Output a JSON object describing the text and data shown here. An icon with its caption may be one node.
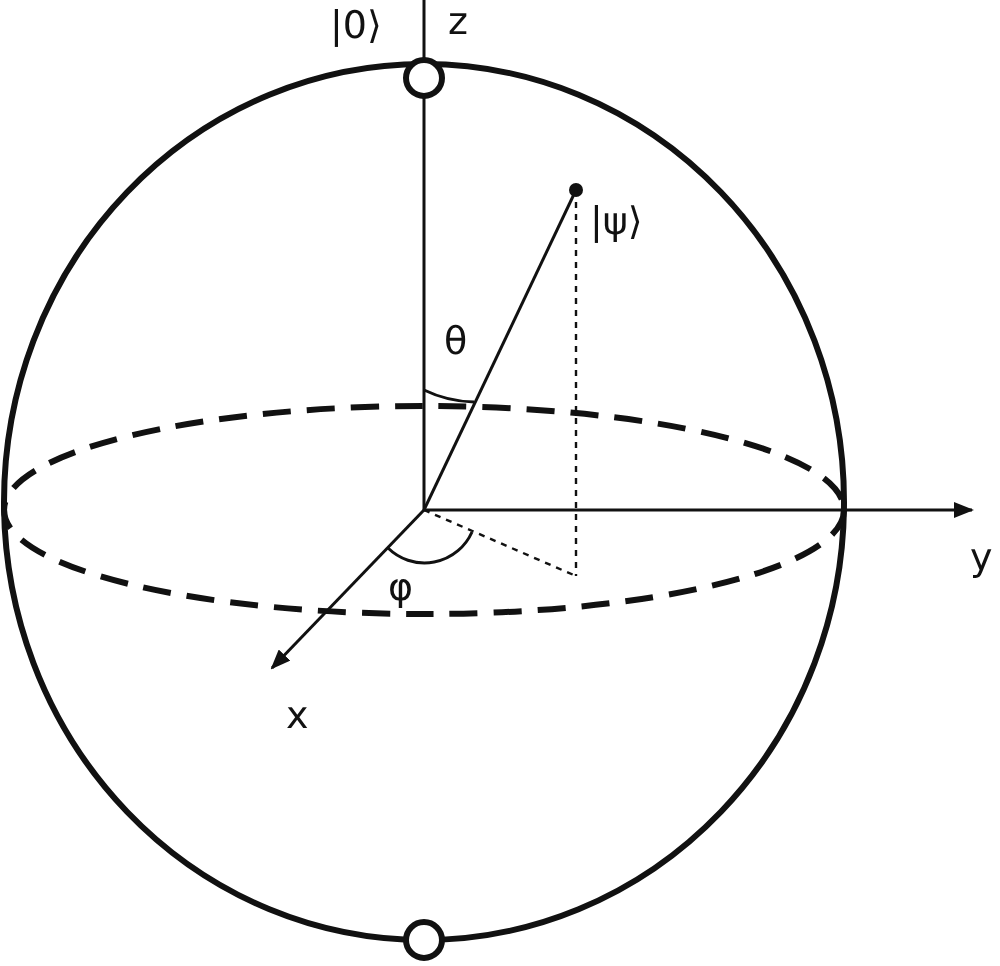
{
  "diagram": {
    "labels": [
      "|0⟩",
      "z",
      "|ψ⟩",
      "θ",
      "y",
      "φ",
      "x"
    ]
  }
}
